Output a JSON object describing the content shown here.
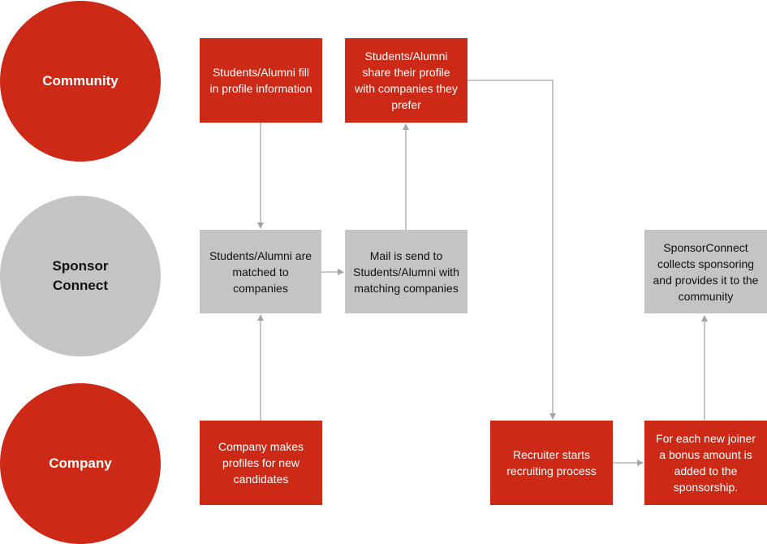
{
  "lanes": [
    {
      "id": "community",
      "label": "Community",
      "color": "#cc2a17"
    },
    {
      "id": "sponsor",
      "label": "Sponsor\nConnect",
      "color": "#c4c4c4"
    },
    {
      "id": "company",
      "label": "Company",
      "color": "#cc2a17"
    }
  ],
  "steps": {
    "fill_profile": "Students/Alumni fill in profile information",
    "share_profile": "Students/Alumni share their profile with companies they prefer",
    "matched": "Students/Alumni are matched to companies",
    "mail_sent": "Mail is send to Students/Alumni with matching companies",
    "collects": "SponsorConnect collects sponsoring and provides it to the community",
    "company_profiles": "Company makes profiles for new candidates",
    "recruiter": "Recruiter starts recruiting process",
    "bonus": "For each new joiner a bonus amount is added to the sponsorship."
  },
  "colors": {
    "red": "#cc2a17",
    "gray": "#c4c4c4",
    "arrow": "#a6a6a6"
  }
}
